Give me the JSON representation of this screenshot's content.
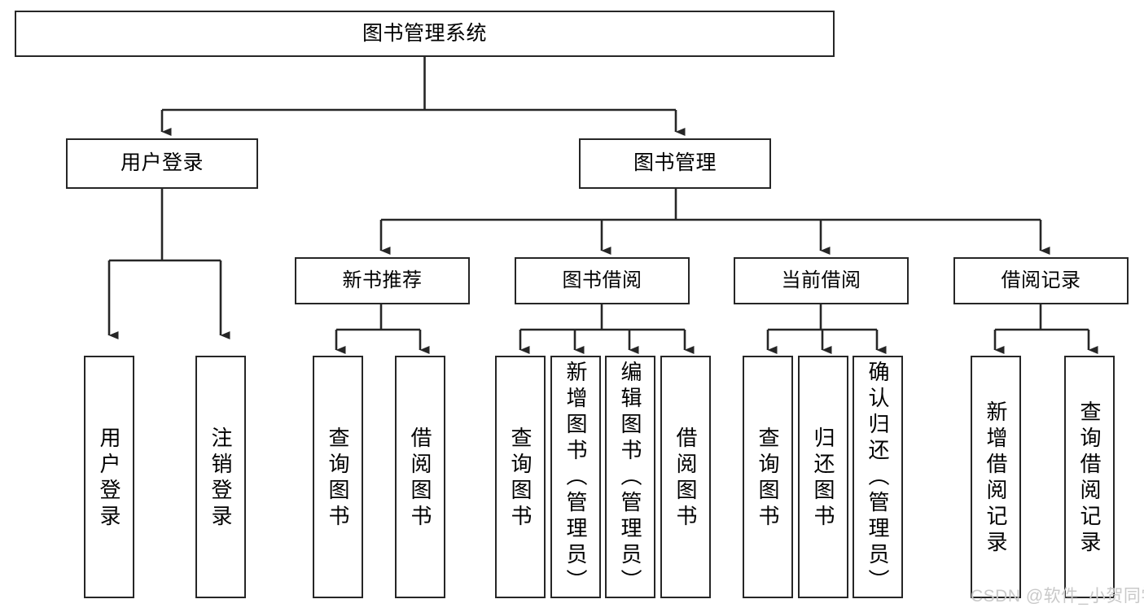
{
  "diagram": {
    "title": "图书管理系统",
    "type": "tree-hierarchy-chart",
    "root": {
      "id": "root",
      "label": "图书管理系统"
    },
    "level2": [
      {
        "id": "user-login",
        "label": "用户登录"
      },
      {
        "id": "book-management",
        "label": "图书管理"
      }
    ],
    "level3": [
      {
        "id": "new-book-recommend",
        "label": "新书推荐"
      },
      {
        "id": "book-borrow",
        "label": "图书借阅"
      },
      {
        "id": "current-borrow",
        "label": "当前借阅"
      },
      {
        "id": "borrow-record",
        "label": "借阅记录"
      }
    ],
    "leaves": [
      {
        "id": "leaf-user-login",
        "label": "用户登录",
        "parent": "user-login"
      },
      {
        "id": "leaf-logout",
        "label": "注销登录",
        "parent": "user-login"
      },
      {
        "id": "leaf-query-book-1",
        "label": "查询图书",
        "parent": "new-book-recommend"
      },
      {
        "id": "leaf-borrow-book-1",
        "label": "借阅图书",
        "parent": "new-book-recommend"
      },
      {
        "id": "leaf-query-book-2",
        "label": "查询图书",
        "parent": "book-borrow"
      },
      {
        "id": "leaf-add-book",
        "label": "新增图书（管理员）",
        "parent": "book-borrow"
      },
      {
        "id": "leaf-edit-book",
        "label": "编辑图书（管理员）",
        "parent": "book-borrow"
      },
      {
        "id": "leaf-borrow-book-2",
        "label": "借阅图书",
        "parent": "book-borrow"
      },
      {
        "id": "leaf-query-book-3",
        "label": "查询图书",
        "parent": "current-borrow"
      },
      {
        "id": "leaf-return-book",
        "label": "归还图书",
        "parent": "current-borrow"
      },
      {
        "id": "leaf-confirm-return",
        "label": "确认归还（管理员）",
        "parent": "current-borrow"
      },
      {
        "id": "leaf-add-record",
        "label": "新增借阅记录",
        "parent": "borrow-record"
      },
      {
        "id": "leaf-query-record",
        "label": "查询借阅记录",
        "parent": "borrow-record"
      }
    ],
    "colors": {
      "node_border": "#262626",
      "node_fill": "#ffffff",
      "edge": "#262626",
      "text": "#000000",
      "watermark": "#c9c9c9",
      "background": "#ffffff"
    }
  },
  "watermark": {
    "text": "CSDN @软件_小贺同学"
  }
}
